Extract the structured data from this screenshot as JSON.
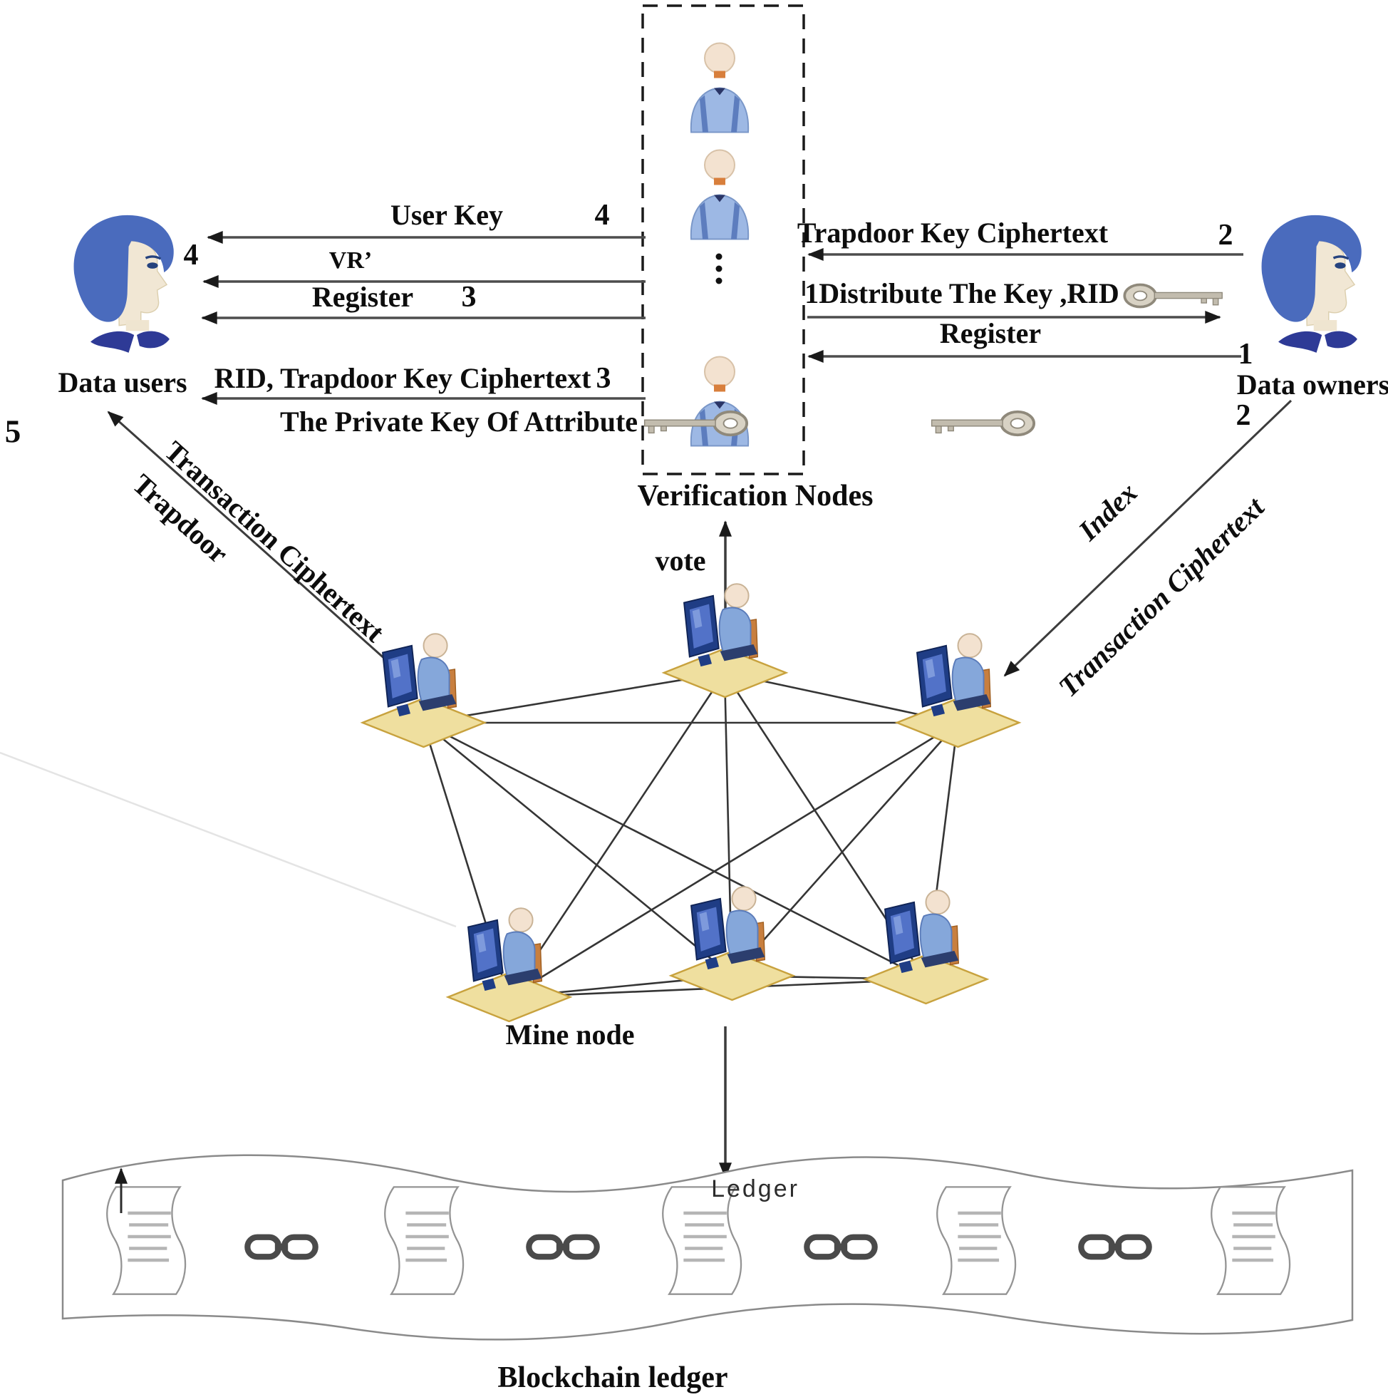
{
  "verification": {
    "label": "Verification Nodes"
  },
  "actors": {
    "data_users": "Data users",
    "data_owners": "Data owners"
  },
  "user_arrows": {
    "user_key": {
      "label": "User Key",
      "num": "4"
    },
    "vr": {
      "label": "VR’"
    },
    "register": {
      "label": "Register",
      "num": "3"
    },
    "rid_trapdoor": {
      "label": "RID, Trapdoor Key Ciphertext",
      "num": "3"
    },
    "private_key": {
      "label": "The Private Key Of Attribute"
    },
    "num_beside_user": "4",
    "num_step5": "5"
  },
  "owner_arrows": {
    "trapdoor_key": {
      "label": "Trapdoor Key Ciphertext",
      "num": "2"
    },
    "distribute": {
      "label": "1Distribute  The Key ,RID"
    },
    "register": {
      "label": "Register",
      "num": "1"
    },
    "index_step_num": "2"
  },
  "user_diagonal": {
    "transaction_ciphertext": "Transaction Ciphertext",
    "trapdoor": "Trapdoor"
  },
  "owner_diagonal": {
    "index": "Index",
    "transaction_ciphertext": "Transaction Ciphertext"
  },
  "network": {
    "vote": "vote",
    "mine_node": "Mine node"
  },
  "ledger": {
    "label": "Ledger",
    "caption": "Blockchain ledger"
  },
  "palette": {
    "hair_blue": "#4a6bbd",
    "body_blue": "#8fb0dd",
    "platform_tan": "#efdf9f",
    "monitor_navy": "#1f3d85",
    "line_gray": "#4d4d4d"
  }
}
